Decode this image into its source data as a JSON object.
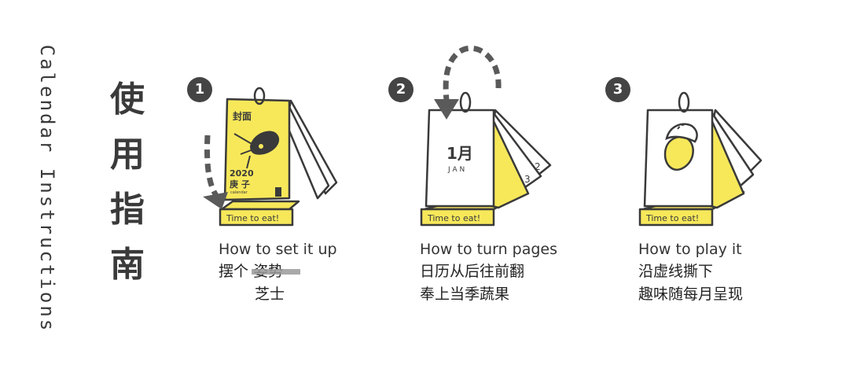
{
  "title": {
    "cn": [
      "使",
      "用",
      "指",
      "南"
    ],
    "en": "Calendar Instructions"
  },
  "colors": {
    "yellow": "#f7e85a",
    "ink": "#3a3a3a",
    "badge": "#444444"
  },
  "steps": [
    {
      "number": "1",
      "caption_en": "How to set it up",
      "caption_cn_line1_prefix": "摆个",
      "caption_cn_line1_struck": "姿势",
      "caption_cn_line2": "芝士",
      "cover_label": "封面",
      "cover_year": "2020",
      "cover_ganzhi": "庚 子",
      "cover_sub": "calendar",
      "base_label": "Time to eat!",
      "icon": "dashed-arrow-down-icon"
    },
    {
      "number": "2",
      "caption_en": "How to turn pages",
      "caption_cn_line1": "日历从后往前翻",
      "caption_cn_line2": "奉上当季蔬果",
      "page_month": "1月",
      "page_month_en": "J A N",
      "page_num_2": "2",
      "page_num_3": "3",
      "base_label": "Time to eat!",
      "icon": "dashed-arc-arrow-icon"
    },
    {
      "number": "3",
      "caption_en": "How to play it",
      "caption_cn_line1": "沿虚线撕下",
      "caption_cn_line2": "趣味随每月呈现",
      "base_label": "Time to eat!",
      "icon": "fruit-cutout-icon"
    }
  ]
}
